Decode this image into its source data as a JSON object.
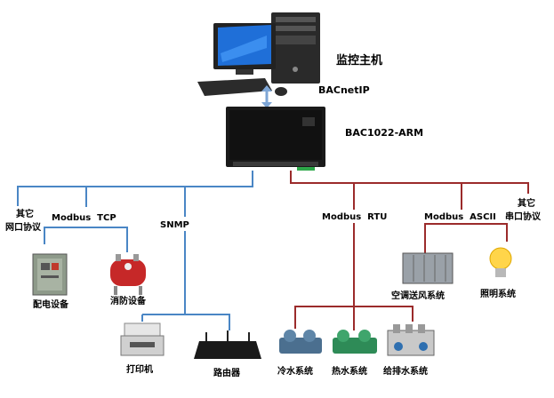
{
  "nodes": {
    "host": "监控主机",
    "bacnet_ip": "BACnetIP",
    "controller": "BAC1022-ARM",
    "other_network_line1": "其它",
    "other_network_line2": "网口协议",
    "modbus_tcp": "Modbus  TCP",
    "snmp": "SNMP",
    "modbus_rtu": "Modbus  RTU",
    "modbus_ascii": "Modbus  ASCII",
    "other_serial_line1": "其它",
    "other_serial_line2": "串口协议",
    "power_distribution": "配电设备",
    "fire_protection": "消防设备",
    "printer": "打印机",
    "router": "路由器",
    "hvac": "空调送风系统",
    "lighting": "照明系统",
    "chilled_water": "冷水系统",
    "hot_water": "热水系统",
    "water_supply_drainage": "给排水系统"
  },
  "colors": {
    "network_line": "#4a86c5",
    "serial_line": "#9b2b2b",
    "arrow": "#7ea6d6",
    "controller_body": "#1a1a1a",
    "monitor_screen": "#1f6fd8"
  }
}
